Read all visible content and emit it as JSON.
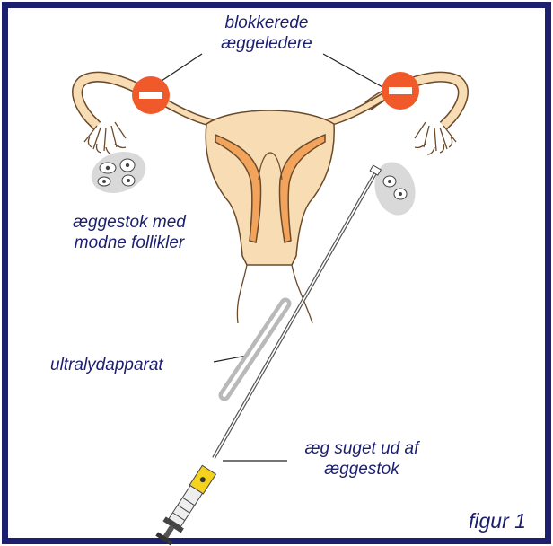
{
  "labels": {
    "blocked_tubes": [
      "blokkerede",
      "æggeledere"
    ],
    "ovary_follicles": [
      "æggestok med",
      "modne follikler"
    ],
    "ultrasound": "ultralydapparat",
    "egg_aspirated": [
      "æg suget ud af",
      "æggestok"
    ],
    "figure": "figur 1"
  },
  "colors": {
    "frame": "#1c1f6e",
    "text": "#1c1f6e",
    "uterus_fill": "#f7dcb4",
    "uterus_inner": "#f2a45c",
    "block_sign": "#f05a2a",
    "ovary": "#d9d9d9",
    "needle_hub": "#f4d21e"
  },
  "icons": [
    "no-entry-icon",
    "ovary-icon",
    "needle-icon",
    "syringe-icon",
    "ultrasound-probe-icon"
  ]
}
